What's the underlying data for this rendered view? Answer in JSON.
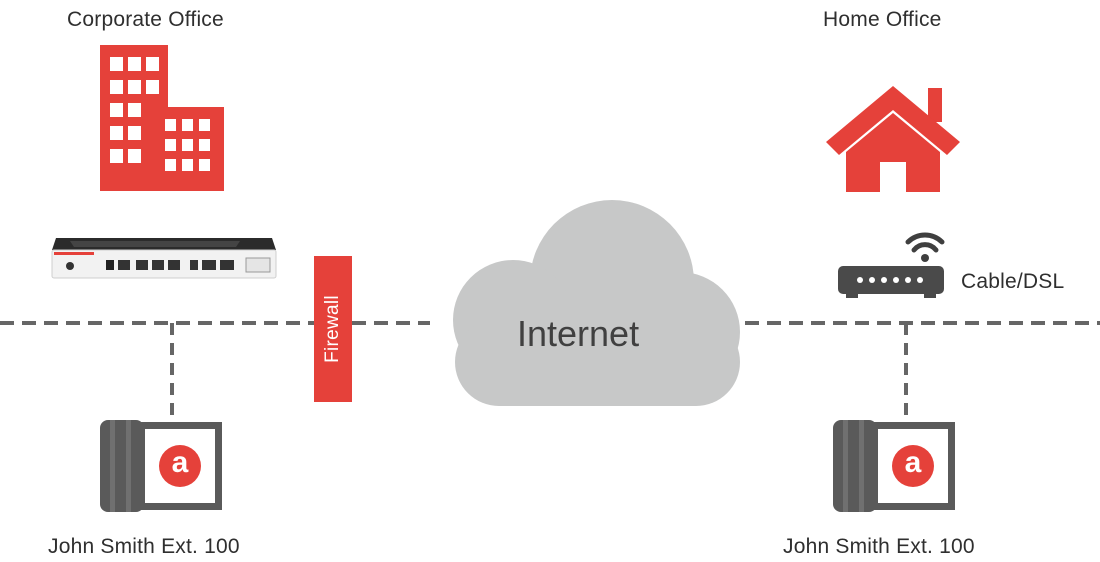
{
  "labels": {
    "corporate_office": "Corporate Office",
    "home_office": "Home Office",
    "firewall": "Firewall",
    "internet": "Internet",
    "cable_dsl": "Cable/DSL",
    "phone_left": "John Smith Ext. 100",
    "phone_right": "John Smith Ext. 100",
    "phone_badge": "a"
  },
  "icons": {
    "office": "building-icon",
    "home": "house-icon",
    "appliance": "rack-server-icon",
    "modem": "wifi-router-icon",
    "phone": "desk-phone-icon",
    "cloud": "cloud-icon"
  },
  "colors": {
    "accent_red": "#e5413a",
    "gray_dark": "#555555",
    "cloud_gray": "#c7c8c8",
    "dashed_line": "#666666"
  }
}
